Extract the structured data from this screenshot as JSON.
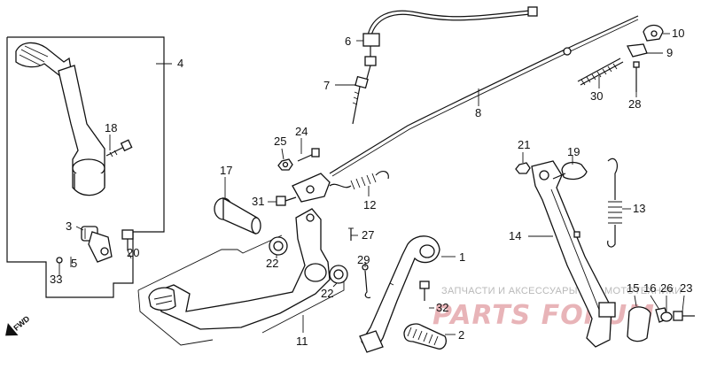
{
  "diagram": {
    "callouts": [
      {
        "id": "1",
        "label": "1"
      },
      {
        "id": "2",
        "label": "2"
      },
      {
        "id": "3",
        "label": "3"
      },
      {
        "id": "4",
        "label": "4"
      },
      {
        "id": "5",
        "label": "5"
      },
      {
        "id": "6",
        "label": "6"
      },
      {
        "id": "7",
        "label": "7"
      },
      {
        "id": "8",
        "label": "8"
      },
      {
        "id": "9",
        "label": "9"
      },
      {
        "id": "10",
        "label": "10"
      },
      {
        "id": "11",
        "label": "11"
      },
      {
        "id": "12",
        "label": "12"
      },
      {
        "id": "13",
        "label": "13"
      },
      {
        "id": "14",
        "label": "14"
      },
      {
        "id": "15",
        "label": "15"
      },
      {
        "id": "16",
        "label": "16"
      },
      {
        "id": "17",
        "label": "17"
      },
      {
        "id": "18",
        "label": "18"
      },
      {
        "id": "19",
        "label": "19"
      },
      {
        "id": "20",
        "label": "20"
      },
      {
        "id": "21",
        "label": "21"
      },
      {
        "id": "22a",
        "label": "22"
      },
      {
        "id": "22b",
        "label": "22"
      },
      {
        "id": "23",
        "label": "23"
      },
      {
        "id": "24",
        "label": "24"
      },
      {
        "id": "25",
        "label": "25"
      },
      {
        "id": "26",
        "label": "26"
      },
      {
        "id": "27",
        "label": "27"
      },
      {
        "id": "28",
        "label": "28"
      },
      {
        "id": "29",
        "label": "29"
      },
      {
        "id": "30",
        "label": "30"
      },
      {
        "id": "31",
        "label": "31"
      },
      {
        "id": "32",
        "label": "32"
      },
      {
        "id": "33",
        "label": "33"
      }
    ],
    "direction_label": "FWD"
  },
  "watermark": {
    "text": "ЗАПЧАСТИ И АКСЕССУАРЫ ДЛЯ МОТОТЕХНИКИ",
    "logo": "PARTS F..."
  }
}
